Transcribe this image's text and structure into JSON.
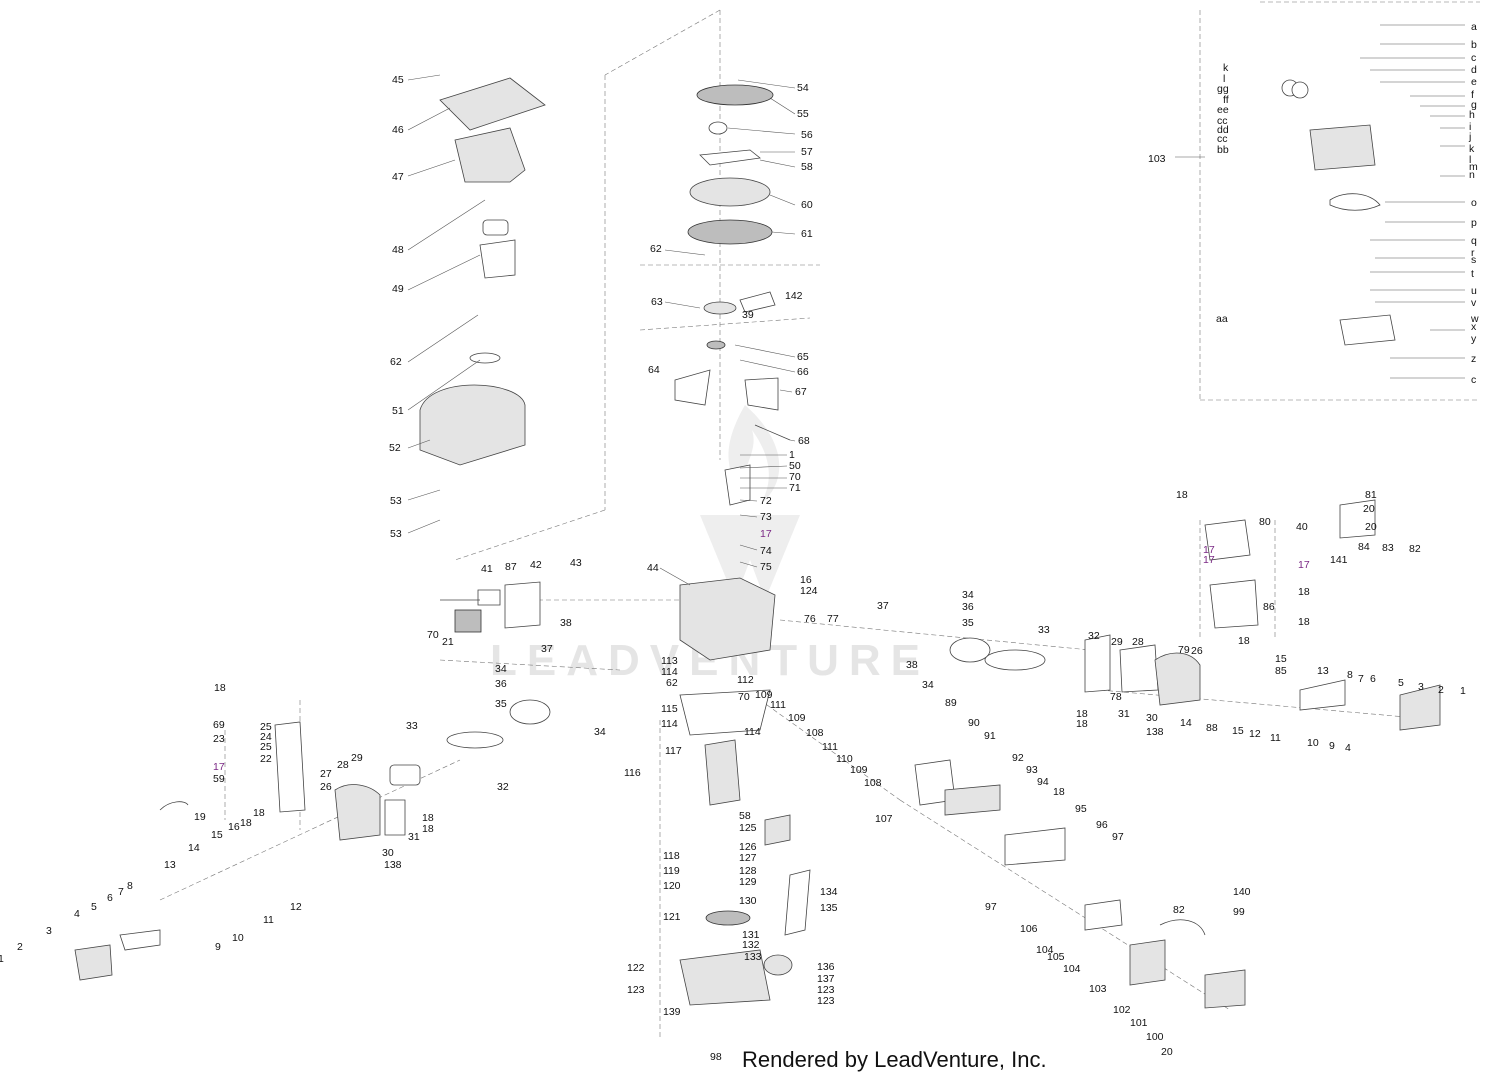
{
  "credit": "Rendered by LeadVenture, Inc.",
  "watermark": "LEADVENTURE",
  "colors": {
    "callout": "#111111",
    "callout_highlight": "#7b2a86",
    "line": "#555555"
  },
  "labels": {
    "top": [
      "45",
      "46",
      "47",
      "48",
      "49",
      "62",
      "51",
      "52",
      "53",
      "53",
      "54",
      "55",
      "56",
      "57",
      "58",
      "60",
      "61",
      "62",
      "63",
      "39",
      "142",
      "64",
      "65",
      "66",
      "67",
      "68",
      "1",
      "50",
      "70",
      "71",
      "72",
      "73",
      "17",
      "74",
      "75",
      "44",
      "43",
      "42",
      "87",
      "41",
      "70",
      "21",
      "38",
      "37",
      "16",
      "124",
      "76",
      "77",
      "37",
      "34",
      "36",
      "35",
      "33",
      "38",
      "34",
      "113",
      "114",
      "62",
      "112",
      "70",
      "109",
      "111",
      "109",
      "115",
      "114",
      "114",
      "108",
      "111",
      "110",
      "109",
      "108",
      "117",
      "116",
      "89",
      "90",
      "91",
      "92",
      "93",
      "94",
      "18",
      "107"
    ],
    "left": [
      "18",
      "69",
      "25",
      "23",
      "24",
      "25",
      "22",
      "17",
      "59",
      "27",
      "26",
      "28",
      "29",
      "33",
      "35",
      "34",
      "36",
      "34",
      "32",
      "19",
      "18",
      "16",
      "18",
      "15",
      "14",
      "13",
      "8",
      "7",
      "6",
      "5",
      "4",
      "3",
      "2",
      "1",
      "18",
      "18",
      "31",
      "30",
      "138",
      "12",
      "11",
      "10",
      "9"
    ],
    "right": [
      "18",
      "80",
      "40",
      "17",
      "17",
      "17",
      "81",
      "20",
      "20",
      "84",
      "83",
      "82",
      "141",
      "18",
      "86",
      "18",
      "18",
      "32",
      "29",
      "28",
      "79",
      "26",
      "15",
      "85",
      "13",
      "8",
      "7",
      "6",
      "5",
      "3",
      "2",
      "1",
      "78",
      "18",
      "18",
      "31",
      "30",
      "138",
      "14",
      "88",
      "15",
      "12",
      "11",
      "10",
      "9",
      "4"
    ],
    "bottom": [
      "58",
      "125",
      "126",
      "127",
      "128",
      "129",
      "118",
      "119",
      "120",
      "130",
      "134",
      "135",
      "121",
      "131",
      "132",
      "133",
      "122",
      "136",
      "137",
      "123",
      "123",
      "123",
      "139",
      "98",
      "95",
      "96",
      "97",
      "97",
      "106",
      "104",
      "105",
      "104",
      "103",
      "82",
      "140",
      "99",
      "102",
      "101",
      "100",
      "20"
    ],
    "inset": [
      "a",
      "b",
      "c",
      "d",
      "e",
      "f",
      "g",
      "h",
      "i",
      "j",
      "k",
      "l",
      "m",
      "n",
      "o",
      "p",
      "q",
      "r",
      "s",
      "t",
      "u",
      "v",
      "w",
      "x",
      "y",
      "z",
      "c",
      "k",
      "l",
      "gg",
      "ff",
      "ee",
      "cc",
      "dd",
      "cc",
      "bb",
      "aa",
      "103"
    ]
  },
  "highlighted_label": "17"
}
